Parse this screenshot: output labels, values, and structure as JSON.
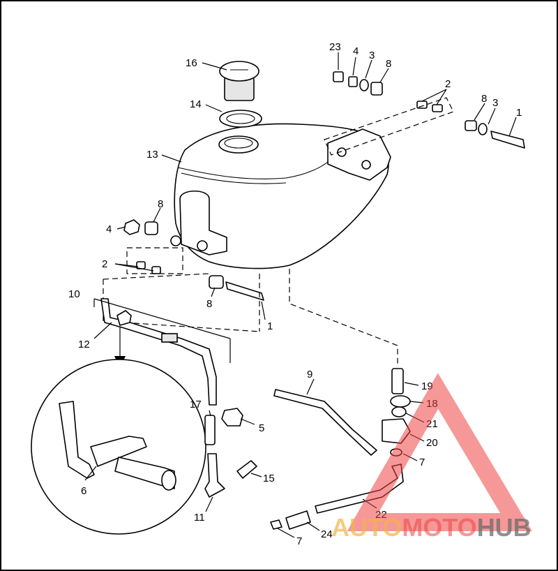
{
  "diagram": {
    "callouts": {
      "c1a": "1",
      "c1b": "1",
      "c2a": "2",
      "c2b": "2",
      "c3a": "3",
      "c3b": "3",
      "c4a": "4",
      "c4b": "4",
      "c5": "5",
      "c6": "6",
      "c7a": "7",
      "c7b": "7",
      "c8a": "8",
      "c8b": "8",
      "c8c": "8",
      "c9": "9",
      "c10": "10",
      "c11": "11",
      "c12": "12",
      "c13": "13",
      "c14": "14",
      "c15": "15",
      "c16": "16",
      "c17": "17",
      "c18": "18",
      "c19": "19",
      "c20": "20",
      "c21": "21",
      "c22": "22",
      "c23": "23",
      "c24": "24"
    }
  },
  "watermark": {
    "part1": "AUTO",
    "part2": "MOTO",
    "part3": "HUB",
    "colors": {
      "triangle": "#ef4444",
      "auto": "#f2b34a",
      "moto": "#ef4444",
      "hub": "#6b6b6b"
    }
  }
}
